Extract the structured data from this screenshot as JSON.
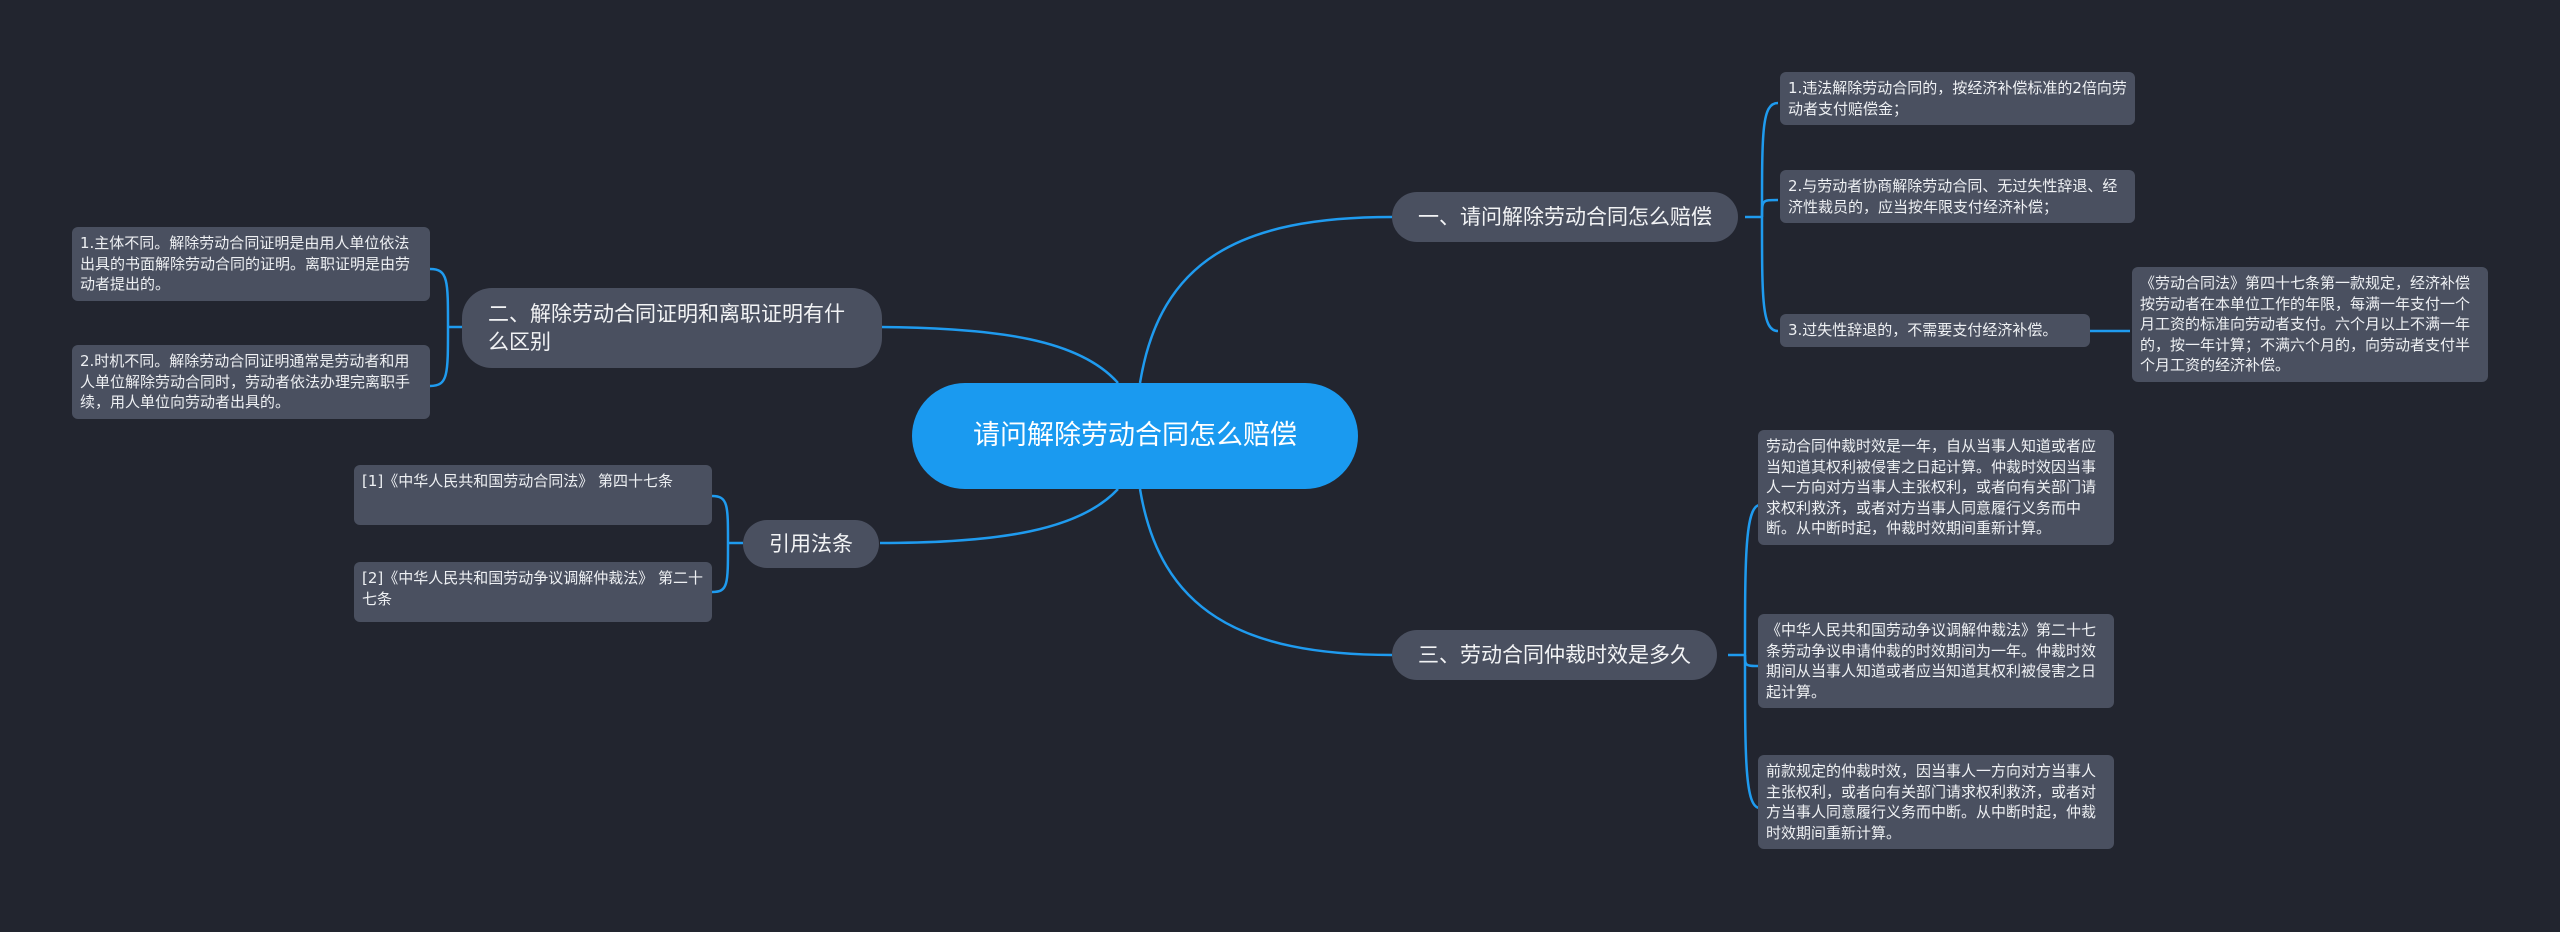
{
  "root": {
    "label": "请问解除劳动合同怎么赔偿"
  },
  "branches": [
    {
      "label": "一、请问解除劳动合同怎么赔偿",
      "children": [
        {
          "text": "1.违法解除劳动合同的，按经济补偿标准的2倍向劳动者支付赔偿金；"
        },
        {
          "text": "2.与劳动者协商解除劳动合同、无过失性辞退、经济性裁员的，应当按年限支付经济补偿；"
        },
        {
          "text": "3.过失性辞退的，不需要支付经济补偿。",
          "children": [
            {
              "text": "《劳动合同法》第四十七条第一款规定，经济补偿按劳动者在本单位工作的年限，每满一年支付一个月工资的标准向劳动者支付。六个月以上不满一年的，按一年计算；不满六个月的，向劳动者支付半个月工资的经济补偿。"
            }
          ]
        }
      ]
    },
    {
      "label": "三、劳动合同仲裁时效是多久",
      "children": [
        {
          "text": "劳动合同仲裁时效是一年，自从当事人知道或者应当知道其权利被侵害之日起计算。仲裁时效因当事人一方向对方当事人主张权利，或者向有关部门请求权利救济，或者对方当事人同意履行义务而中断。从中断时起，仲裁时效期间重新计算。"
        },
        {
          "text": "《中华人民共和国劳动争议调解仲裁法》第二十七条劳动争议申请仲裁的时效期间为一年。仲裁时效期间从当事人知道或者应当知道其权利被侵害之日起计算。"
        },
        {
          "text": "前款规定的仲裁时效，因当事人一方向对方当事人主张权利，或者向有关部门请求权利救济，或者对方当事人同意履行义务而中断。从中断时起，仲裁时效期间重新计算。"
        }
      ]
    },
    {
      "label": "二、解除劳动合同证明和离职证明有什么区别",
      "children": [
        {
          "text": "1.主体不同。解除劳动合同证明是由用人单位依法出具的书面解除劳动合同的证明。离职证明是由劳动者提出的。"
        },
        {
          "text": "2.时机不同。解除劳动合同证明通常是劳动者和用人单位解除劳动合同时，劳动者依法办理完离职手续，用人单位向劳动者出具的。"
        }
      ]
    },
    {
      "label": "引用法条",
      "children": [
        {
          "text": "[1]《中华人民共和国劳动合同法》 第四十七条"
        },
        {
          "text": "[2]《中华人民共和国劳动争议调解仲裁法》 第二十七条"
        }
      ]
    }
  ],
  "colors": {
    "background": "#22252f",
    "root_fill": "#1a9af0",
    "node_fill": "#4a5060",
    "link": "#1f9bef",
    "text": "#ffffff"
  }
}
